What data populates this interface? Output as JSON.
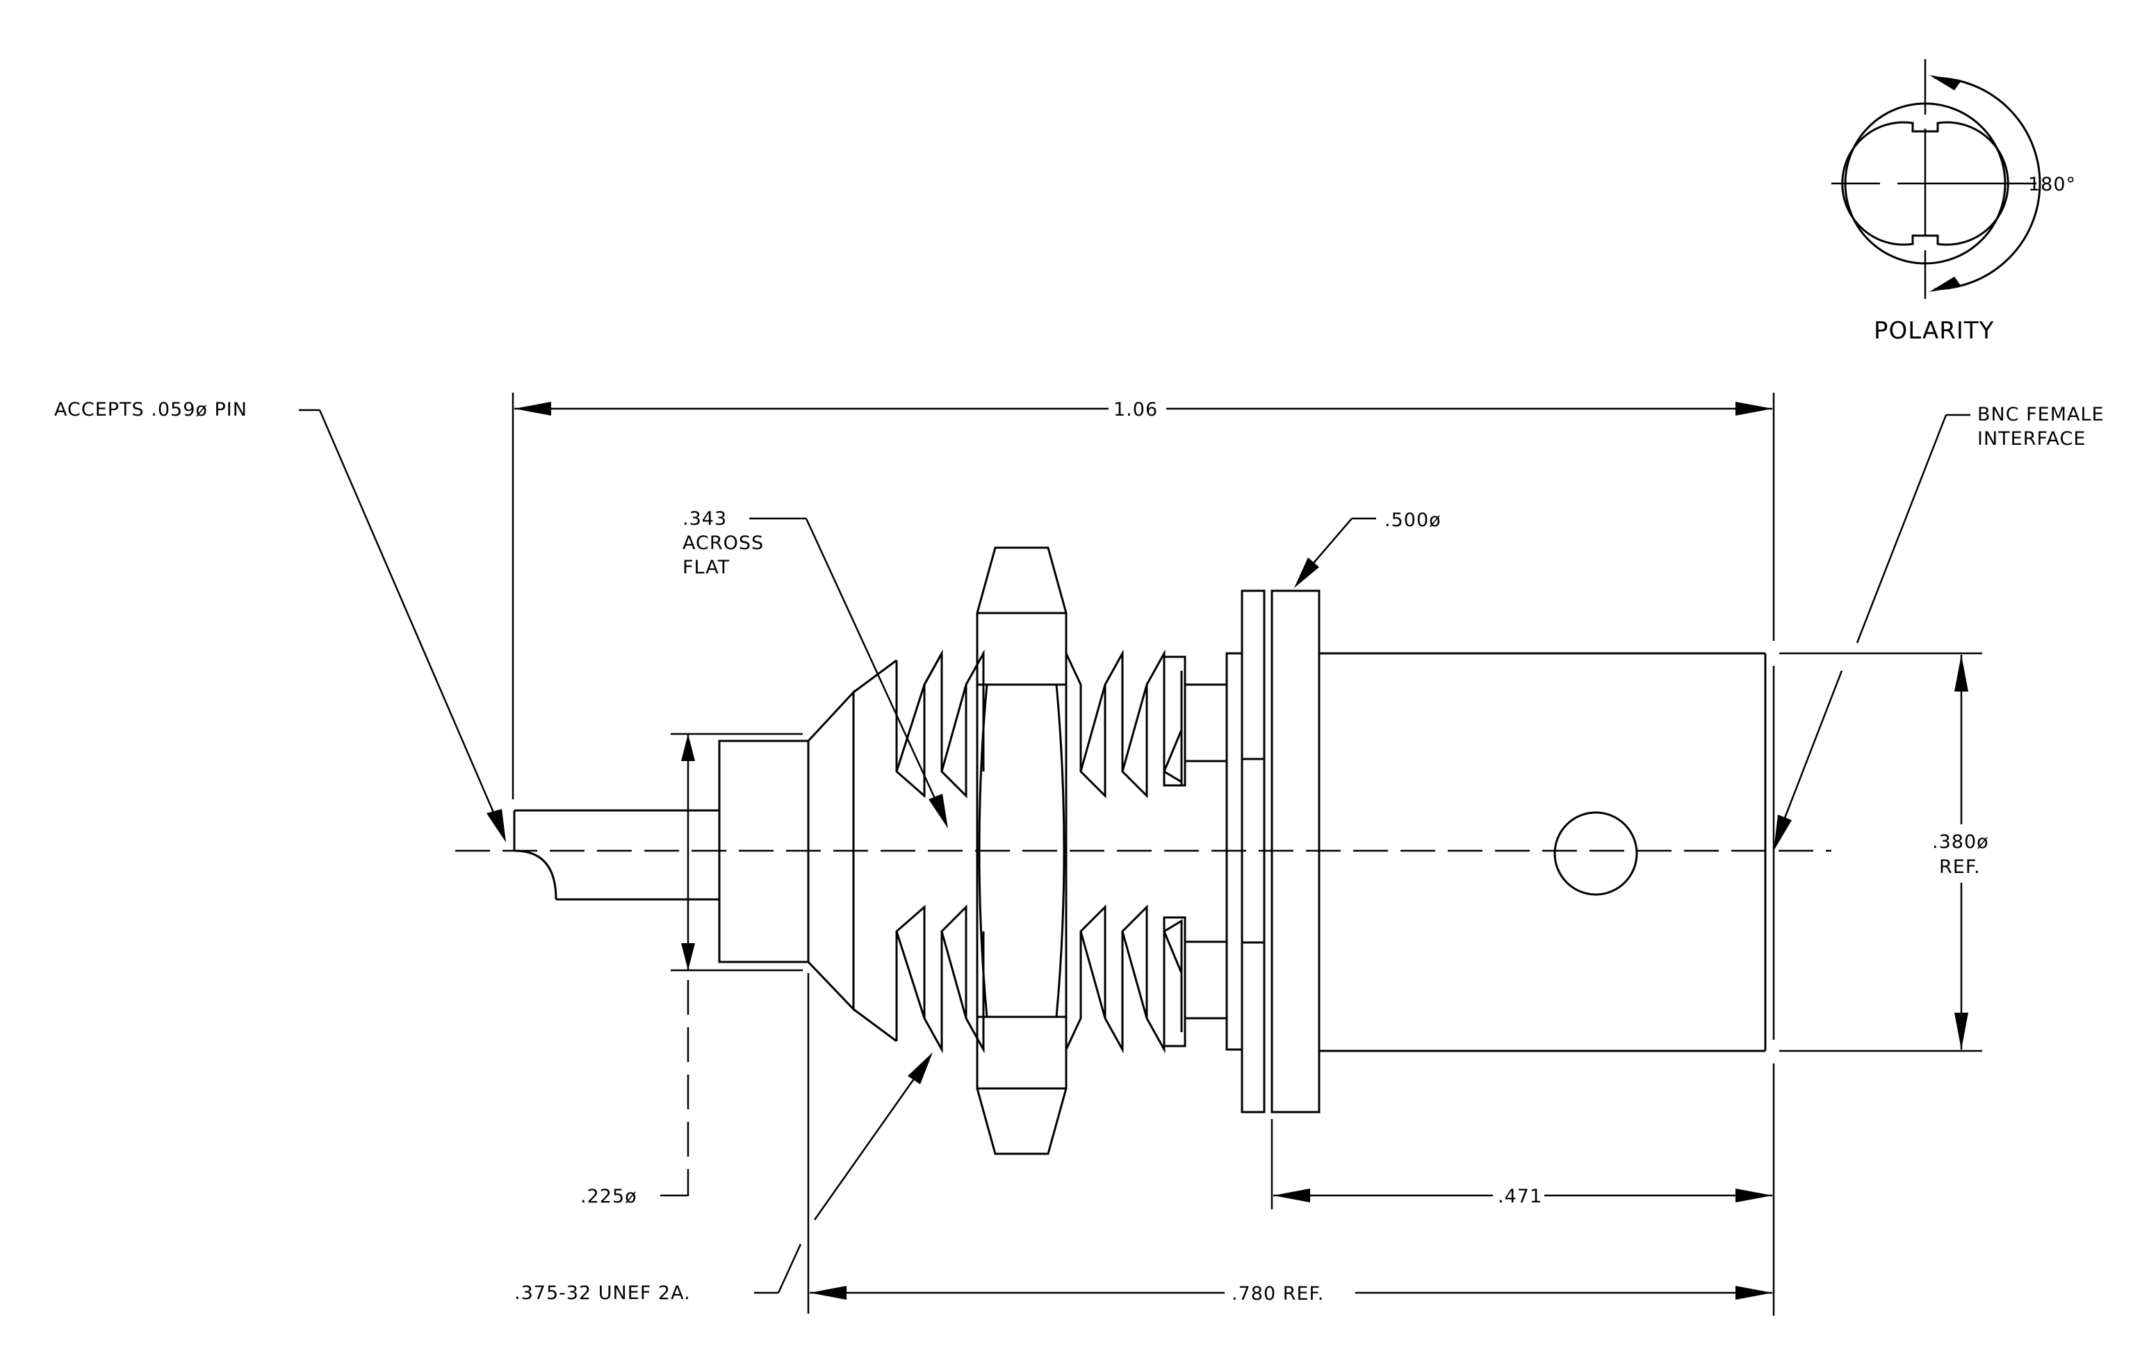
{
  "labels": {
    "pin": "ACCEPTS .059ø PIN",
    "overall_length": "1.06",
    "bnc_line1": "BNC FEMALE",
    "bnc_line2": "INTERFACE",
    "flat_line1": ".343",
    "flat_line2": "ACROSS",
    "flat_line3": "FLAT",
    "flange_dia": ".500ø",
    "body_dia_line1": ".380ø",
    "body_dia_line2": "REF.",
    "tip_dia": ".225ø",
    "thread": ".375-32 UNEF 2A.",
    "body_length": ".471",
    "mount_length": ".780 REF."
  },
  "polarity": {
    "title": "POLARITY",
    "angle": "180°"
  }
}
